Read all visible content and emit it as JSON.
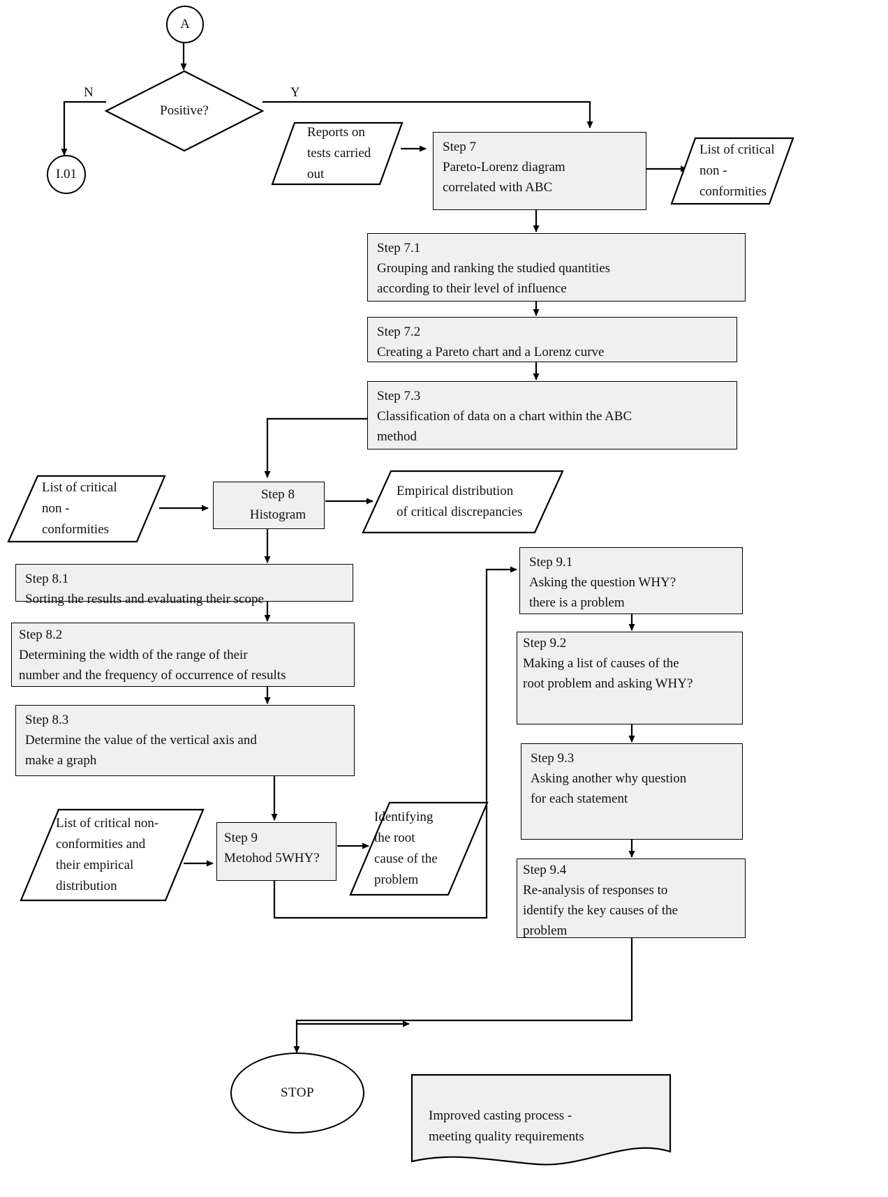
{
  "diagram": {
    "title": "Quality improvement flowchart - Pareto-Lorenz, Histogram and 5WHY methods",
    "fill_color": "#f0f0f0",
    "line_color": "#000000"
  },
  "connectors": {
    "entry": "A",
    "exit": "I.01"
  },
  "decision": {
    "label": "Positive?",
    "yes_label": "Y",
    "no_label": "N"
  },
  "nodes": {
    "reports_io": {
      "line1": "Reports on",
      "line2": "tests carried",
      "line3": "out"
    },
    "step7": {
      "line1": "Step 7",
      "line2": "Pareto-Lorenz diagram",
      "line3": "correlated with ABC"
    },
    "list_critical_1": {
      "line1": "List of critical",
      "line2": "non -",
      "line3": "conformities"
    },
    "step7_1": {
      "line1": "Step 7.1",
      "line2": "Grouping and ranking the studied quantities",
      "line3": "according to their level of influence"
    },
    "step7_2": {
      "line1": "Step 7.2",
      "line2": "Creating a Pareto chart and a Lorenz curve"
    },
    "step7_3": {
      "line1": "Step 7.3",
      "line2": "Classification of data on a chart within the ABC",
      "line3": "method"
    },
    "list_critical_2": {
      "line1": "List of critical",
      "line2": "non -",
      "line3": "conformities"
    },
    "step8": {
      "line1": "Step 8",
      "line2": "Histogram"
    },
    "empirical_io": {
      "line1": "Empirical distribution",
      "line2": "of critical discrepancies"
    },
    "step8_1": {
      "line1": "Step 8.1",
      "line2": "Sorting the results and evaluating their scope"
    },
    "step8_2": {
      "line1": "Step 8.2",
      "line2": "Determining the width of the range of their",
      "line3": "number and the frequency of occurrence of results"
    },
    "step8_3": {
      "line1": "Step 8.3",
      "line2": "Determine the value of the vertical axis and",
      "line3": "make a graph"
    },
    "list_critical_3": {
      "line1": "List of critical non-",
      "line2": "conformities and",
      "line3": "their empirical",
      "line4": "distribution"
    },
    "step9": {
      "line1": "Step 9",
      "line2": "Metohod 5WHY?"
    },
    "identifying_io": {
      "line1": "Identifying",
      "line2": "the root",
      "line3": "cause of the",
      "line4": "problem"
    },
    "step9_1": {
      "line1": "Step 9.1",
      "line2": "Asking the question WHY?",
      "line3": "there is a problem"
    },
    "step9_2": {
      "line1": "Step 9.2",
      "line2": "Making a list of causes of the",
      "line3": "root problem and asking WHY?"
    },
    "step9_3": {
      "line1": "Step 9.3",
      "line2": "Asking another why question",
      "line3": "for each statement"
    },
    "step9_4": {
      "line1": "Step 9.4",
      "line2": "Re-analysis of responses to",
      "line3": "identify the key causes of the",
      "line4": "problem"
    },
    "improved_doc": {
      "line1": "Improved casting process -",
      "line2": "meeting quality requirements"
    },
    "stop": {
      "label": "STOP"
    }
  }
}
